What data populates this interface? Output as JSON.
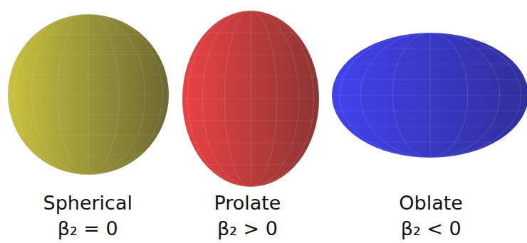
{
  "diagram": {
    "nodes": [
      {
        "text": [
          "Spherical",
          "β₂ = 0"
        ]
      },
      {
        "text": [
          "Prolate",
          "β₂ > 0"
        ]
      },
      {
        "text": [
          "Oblate",
          "β₂ < 0"
        ]
      }
    ]
  }
}
